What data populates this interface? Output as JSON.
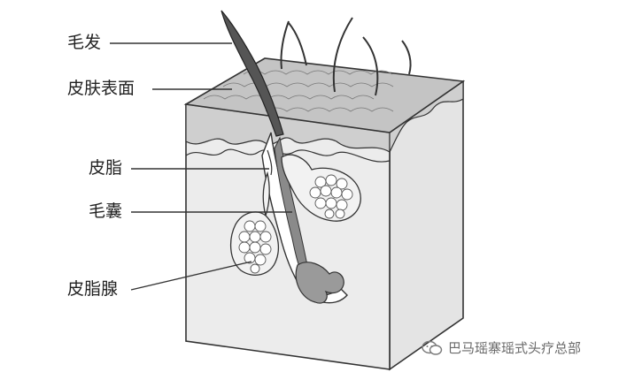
{
  "labels": {
    "hair": "毛发",
    "skin_surface": "皮肤表面",
    "sebum": "皮脂",
    "follicle": "毛囊",
    "sebaceous_gland": "皮脂腺"
  },
  "watermark": {
    "text": "巴马瑶寨瑶式头疗总部",
    "logo_icon": "wechat-logo-icon"
  },
  "colors": {
    "line": "#333333",
    "surface_fill": "#c4c4c4",
    "dermis_fill": "#e9e9e9",
    "hair_fill": "#555555",
    "follicle_fill": "#8a8a8a"
  }
}
